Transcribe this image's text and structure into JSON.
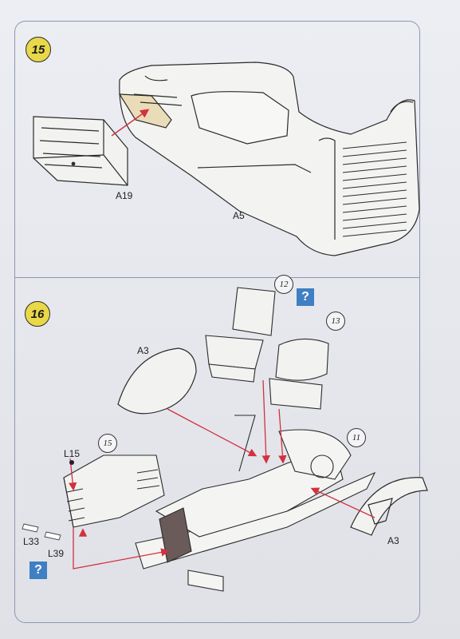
{
  "steps": [
    {
      "number": "15"
    },
    {
      "number": "16"
    }
  ],
  "help_icon": "?",
  "step15": {
    "part_a19": "A19",
    "part_a5": "A5"
  },
  "step16": {
    "part_a3_cover": "A3",
    "part_a3_fender": "A3",
    "part_l15": "L15",
    "part_l33": "L33",
    "part_l39": "L39",
    "callout_12": "12",
    "callout_13": "13",
    "callout_15": "15",
    "callout_11": "11"
  },
  "colors": {
    "arrow_red": "#d2313e",
    "step_badge": "#e8d84a",
    "help_blue": "#3f7fc3",
    "border": "#8e97b3"
  }
}
